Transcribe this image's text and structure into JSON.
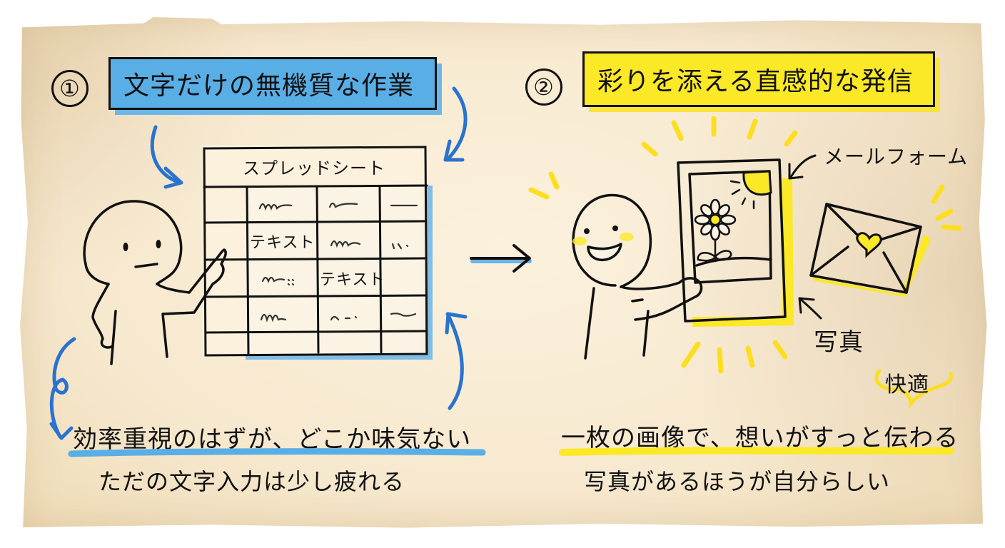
{
  "panel_left": {
    "number": "①",
    "title": "文字だけの無機質な作業",
    "accent_color": "#5aaee6",
    "spreadsheet": {
      "title": "スプレッドシート",
      "cells": [
        [
          "",
          "～～",
          "～～",
          "—"
        ],
        [
          "",
          "テキスト",
          "～～",
          "‥"
        ],
        [
          "",
          "～～ ::",
          "テキスト",
          ""
        ],
        [
          "",
          "～～",
          "～ - ·",
          "～"
        ],
        [
          "",
          "",
          "",
          ""
        ]
      ]
    },
    "caption_main": "効率重視のはずが、どこか味気ない",
    "caption_sub": "ただの文字入力は少し疲れる",
    "icons": [
      "person-pointing-icon",
      "blue-curved-arrow-icon",
      "spreadsheet-icon"
    ]
  },
  "transition_arrow": "→",
  "panel_right": {
    "number": "②",
    "title": "彩りを添える直感的な発信",
    "accent_color": "#fbe827",
    "labels": {
      "mail_form": "メールフォーム",
      "photo": "写真",
      "comfort": "快適"
    },
    "caption_main": "一枚の画像で、想いがすっと伝わる",
    "caption_sub": "写真があるほうが自分らしい",
    "icons": [
      "smiling-person-icon",
      "photo-frame-icon",
      "flower-icon",
      "sun-icon",
      "envelope-heart-icon",
      "sparkle-rays-icon"
    ]
  }
}
